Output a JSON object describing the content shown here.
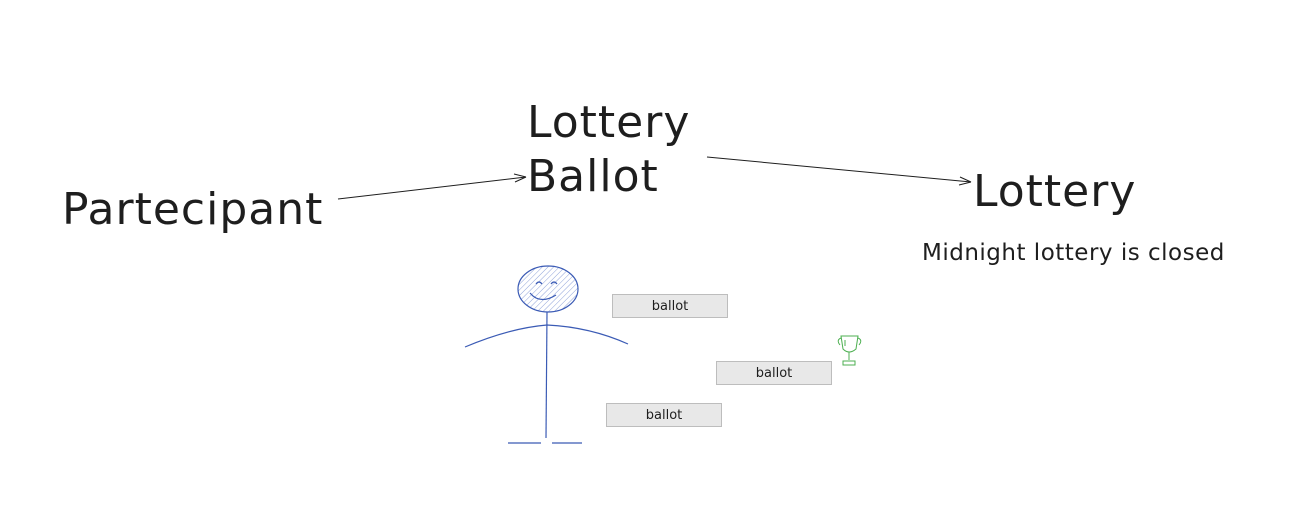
{
  "diagram": {
    "participant": "Partecipant",
    "lottery_ballot": "Lottery\nBallot",
    "lottery": "Lottery",
    "lottery_status": "Midnight lottery is closed",
    "ballots": [
      "ballot",
      "ballot",
      "ballot"
    ]
  },
  "colors": {
    "ink": "#1e1e1e",
    "stick_figure": "#3b5bb5",
    "trophy": "#4caf50",
    "ballot_fill": "#e8e8e8"
  },
  "icons": {
    "person": "stick-figure-icon",
    "trophy": "trophy-icon"
  }
}
